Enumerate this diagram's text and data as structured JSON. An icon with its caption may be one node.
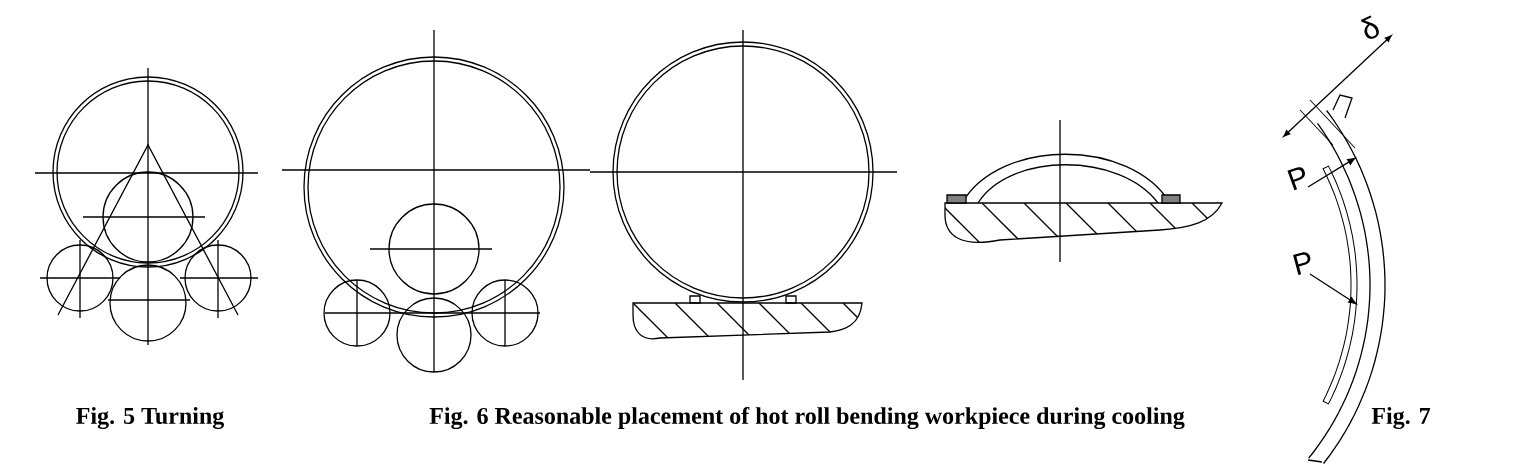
{
  "diagram": {
    "labels": [
      "δ",
      "P",
      "P",
      "Fig. 5 Turning",
      "Fig. 6 Reasonable placement of hot roll bending workpiece during cooling",
      "Fig. 7"
    ]
  }
}
